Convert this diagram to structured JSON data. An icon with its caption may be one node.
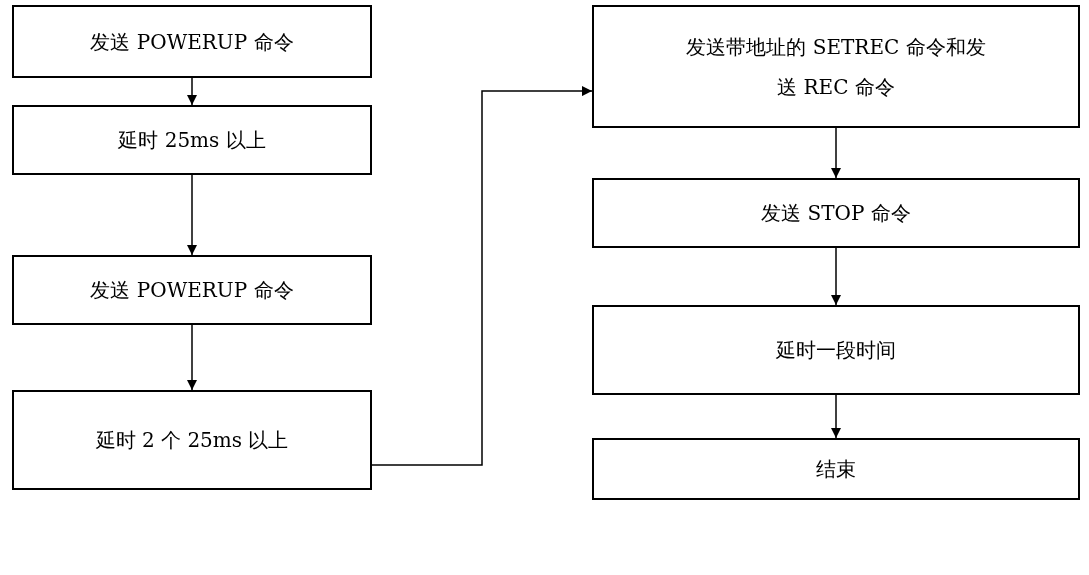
{
  "diagram": {
    "nodes": [
      {
        "text": [
          "发送 POWERUP 命令"
        ]
      },
      {
        "text": [
          "延时 25ms 以上"
        ]
      },
      {
        "text": [
          "发送 POWERUP 命令"
        ]
      },
      {
        "text": [
          "延时 2 个 25ms 以上"
        ]
      },
      {
        "text": [
          "发送带地址的 SETREC 命令和发送 REC 命令"
        ]
      },
      {
        "text": [
          "发送 STOP 命令"
        ]
      },
      {
        "text": [
          "延时一段时间"
        ]
      },
      {
        "text": [
          "结束"
        ]
      }
    ],
    "edges": [
      {
        "from": 0,
        "to": 1,
        "arrow": "to"
      },
      {
        "from": 1,
        "to": 2,
        "arrow": "to"
      },
      {
        "from": 2,
        "to": 3,
        "arrow": "to"
      },
      {
        "from": 3,
        "to": 4,
        "arrow": "to"
      },
      {
        "from": 4,
        "to": 5,
        "arrow": "to"
      },
      {
        "from": 5,
        "to": 6,
        "arrow": "to"
      },
      {
        "from": 6,
        "to": 7,
        "arrow": "to"
      }
    ]
  }
}
